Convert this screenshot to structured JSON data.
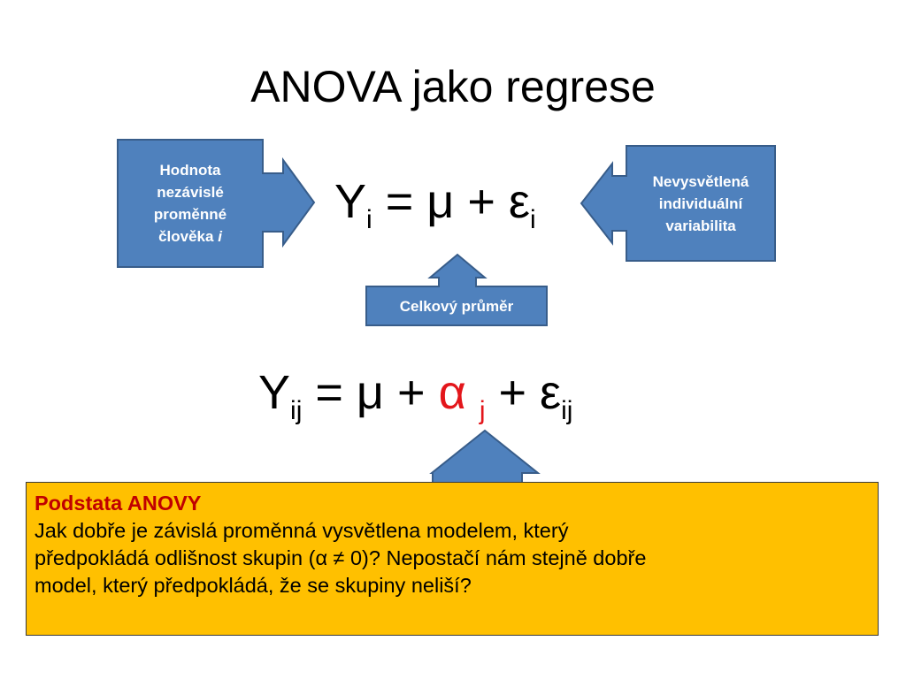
{
  "title": "ANOVA jako regrese",
  "callouts": {
    "left": {
      "lines": [
        "Hodnota",
        "nezávislé",
        "proměnné"
      ],
      "last_prefix": "člověka ",
      "last_italic": "i"
    },
    "right": {
      "lines": [
        "Nevysvětlená",
        "individuální",
        "variabilita"
      ]
    },
    "bottom": {
      "text": "Celkový průměr"
    }
  },
  "equation1": {
    "y": "Y",
    "y_sub": "i",
    "mid": " = μ + ε",
    "e_sub": "i"
  },
  "equation2": {
    "y": "Y",
    "y_sub": "ij",
    "mid": " = μ + ",
    "alpha": "α",
    "alpha_sub": "j",
    "end": " + ε",
    "e_sub": "ij"
  },
  "box": {
    "heading": "Podstata ANOVY",
    "lines": [
      "Jak dobře je závislá proměnná vysvětlena modelem, který",
      "předpokládá odlišnost skupin (α ≠ 0)? Nepostačí nám stejně dobře",
      "model, který předpokládá, že se skupiny neliší?"
    ]
  },
  "colors": {
    "callout_fill": "#4f81bd",
    "callout_stroke": "#385d8a",
    "box_fill": "#ffc000",
    "heading": "#c00000",
    "alpha": "#e3161b"
  }
}
